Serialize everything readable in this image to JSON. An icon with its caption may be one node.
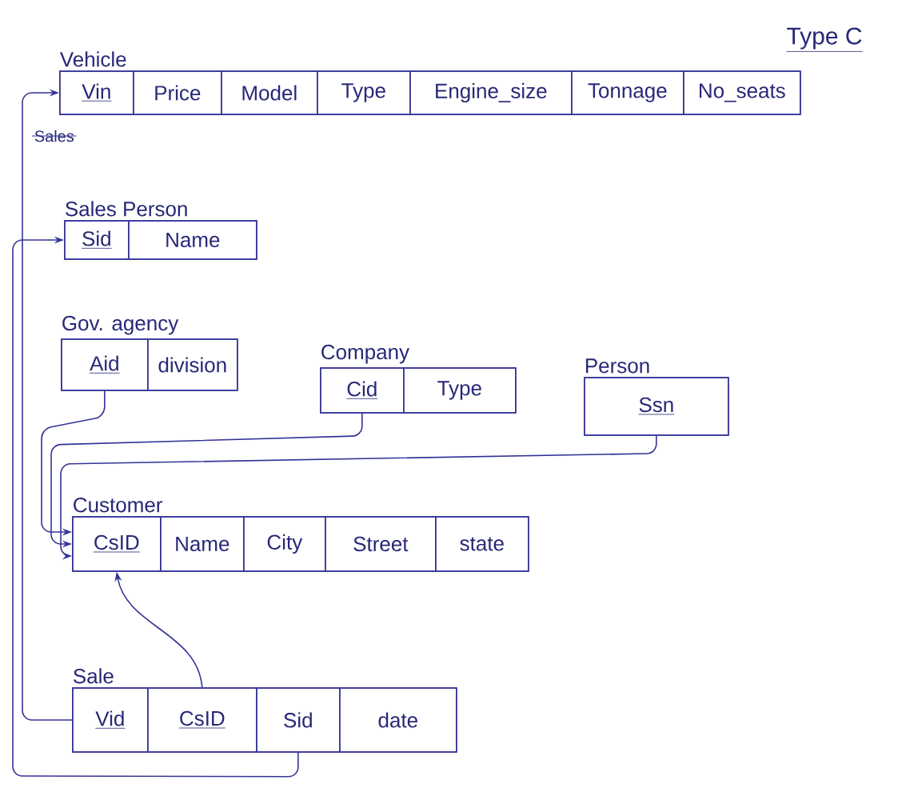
{
  "diagram": {
    "nodes": [
      {
        "text": [
          "Vehicle"
        ]
      },
      {
        "text": [
          "Vin"
        ],
        "in": 0
      },
      {
        "text": [
          "Price"
        ],
        "in": 0
      },
      {
        "text": [
          "Model"
        ],
        "in": 0
      },
      {
        "text": [
          "Type"
        ],
        "in": 0
      },
      {
        "text": [
          "Engine_size"
        ],
        "in": 0
      },
      {
        "text": [
          "Tonnage"
        ],
        "in": 0
      },
      {
        "text": [
          "No_seats"
        ],
        "in": 0
      },
      {
        "text": [
          "Sales Person"
        ]
      },
      {
        "text": [
          "Sid"
        ],
        "in": 8
      },
      {
        "text": [
          "Name"
        ],
        "in": 8
      },
      {
        "text": [
          "Gov. agency"
        ]
      },
      {
        "text": [
          "Aid"
        ],
        "in": 11
      },
      {
        "text": [
          "division"
        ],
        "in": 11
      },
      {
        "text": [
          "Company"
        ]
      },
      {
        "text": [
          "Cid"
        ],
        "in": 14
      },
      {
        "text": [
          "Type"
        ],
        "in": 14
      },
      {
        "text": [
          "Person"
        ]
      },
      {
        "text": [
          "Ssn"
        ],
        "in": 17
      },
      {
        "text": [
          "Customer"
        ]
      },
      {
        "text": [
          "CsID"
        ],
        "in": 19
      },
      {
        "text": [
          "Name"
        ],
        "in": 19
      },
      {
        "text": [
          "City"
        ],
        "in": 19
      },
      {
        "text": [
          "Street"
        ],
        "in": 19
      },
      {
        "text": [
          "state"
        ],
        "in": 19
      },
      {
        "text": [
          "Sale"
        ]
      },
      {
        "text": [
          "Vid"
        ],
        "in": 25
      },
      {
        "text": [
          "CsID"
        ],
        "in": 25
      },
      {
        "text": [
          "Sid"
        ],
        "in": 25
      },
      {
        "text": [
          "date"
        ],
        "in": 25
      }
    ],
    "edges": [
      {
        "from": 26,
        "to": 1,
        "arrow": "to"
      },
      {
        "from": 28,
        "to": 9,
        "arrow": "to"
      },
      {
        "from": 27,
        "to": 20,
        "arrow": "to"
      },
      {
        "from": 12,
        "to": 20,
        "arrow": "to"
      },
      {
        "from": 15,
        "to": 20,
        "arrow": "to"
      },
      {
        "from": 18,
        "to": 20,
        "arrow": "to"
      }
    ],
    "labels": [
      "Type C",
      "Sales"
    ]
  }
}
